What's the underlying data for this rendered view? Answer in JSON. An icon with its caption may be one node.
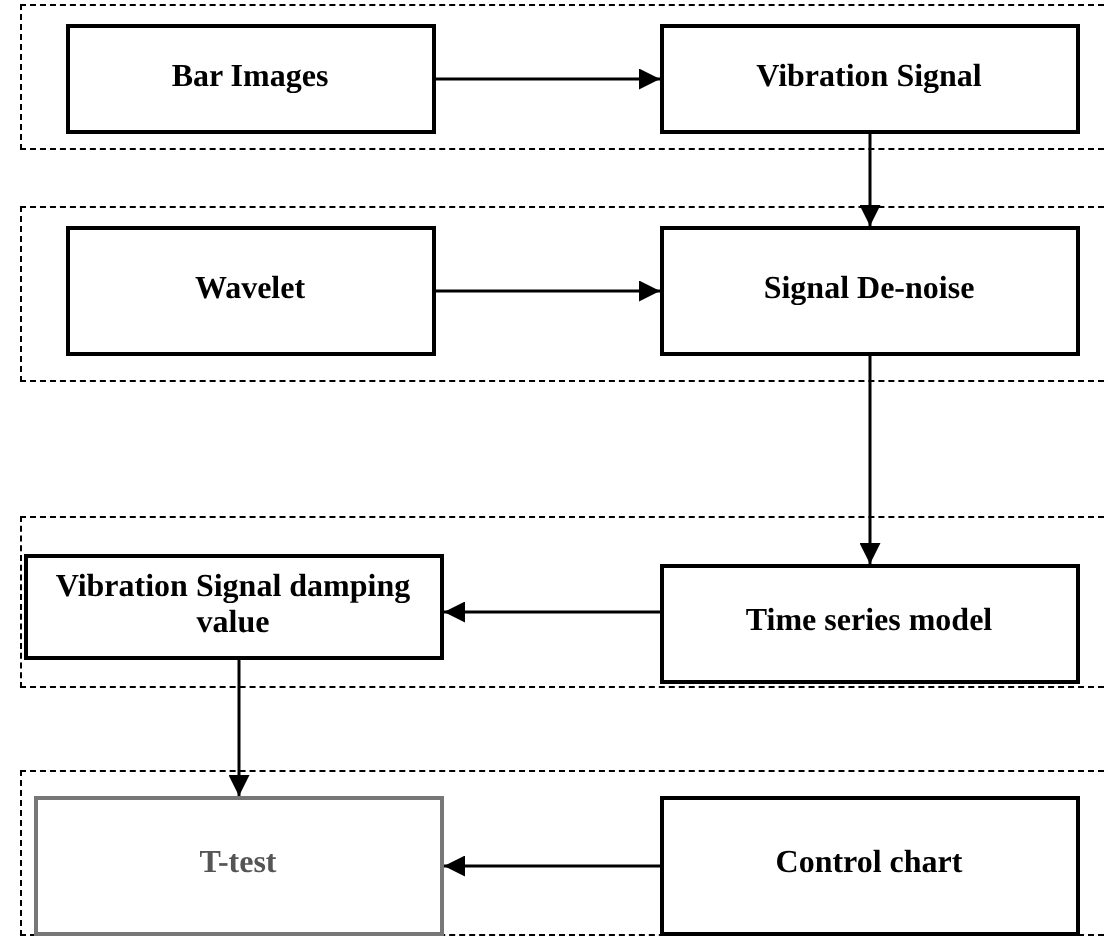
{
  "diagram": {
    "nodes": [
      {
        "text": [],
        "shape": "box"
      },
      {
        "text": [
          "Bar Images"
        ],
        "in": 0
      },
      {
        "text": [
          "Vibration Signal"
        ],
        "in": 0
      },
      {
        "text": [],
        "shape": "box"
      },
      {
        "text": [
          "Wavelet"
        ],
        "in": 3
      },
      {
        "text": [
          "Signal De-noise"
        ],
        "in": 3
      },
      {
        "text": [],
        "shape": "box"
      },
      {
        "text": [
          "Vibration Signal damping value"
        ],
        "in": 6
      },
      {
        "text": [
          "Time series model"
        ],
        "in": 6
      },
      {
        "text": [],
        "shape": "box"
      },
      {
        "text": [
          "T-test"
        ],
        "in": 9
      },
      {
        "text": [
          "Control chart"
        ],
        "in": 9
      }
    ],
    "edges": [
      {
        "from": 1,
        "to": 2,
        "arrow": "to"
      },
      {
        "from": 2,
        "to": 5,
        "arrow": "to"
      },
      {
        "from": 4,
        "to": 5,
        "arrow": "to"
      },
      {
        "from": 5,
        "to": 8,
        "arrow": "to"
      },
      {
        "from": 8,
        "to": 7,
        "arrow": "to"
      },
      {
        "from": 7,
        "to": 10,
        "arrow": "to"
      },
      {
        "from": 11,
        "to": 10,
        "arrow": "to"
      }
    ]
  }
}
